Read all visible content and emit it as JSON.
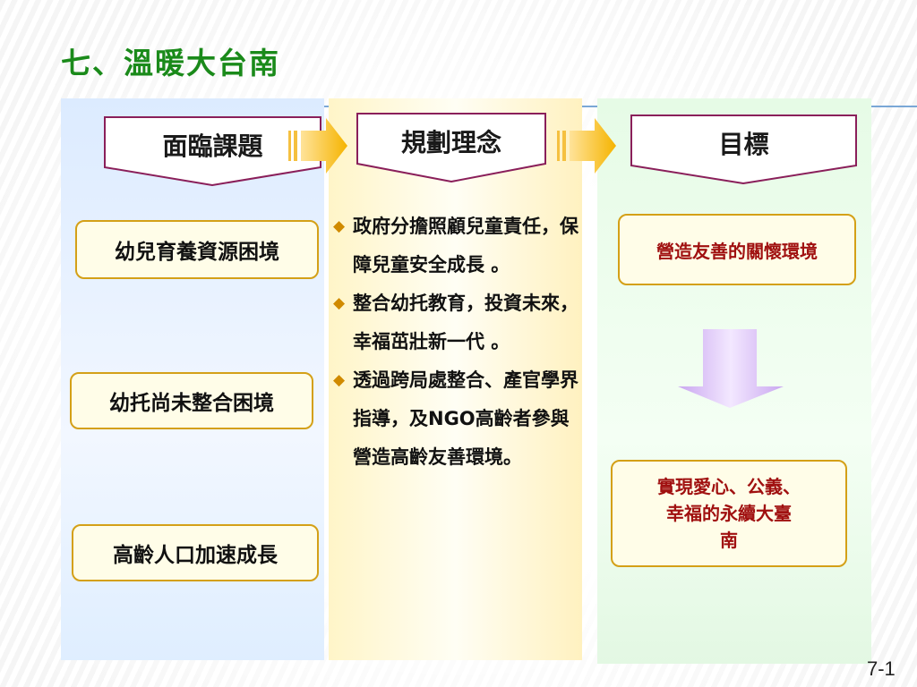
{
  "slide": {
    "title": "七、溫暖大台南",
    "page_number": "7-1"
  },
  "headers": {
    "left": "面臨課題",
    "middle": "規劃理念",
    "right": "目標"
  },
  "issues": [
    "幼兒育養資源困境",
    "幼托尚未整合困境",
    "高齡人口加速成長"
  ],
  "concepts": [
    "政府分擔照顧兒童責任，保障兒童安全成長 。",
    "整合幼托教育，投資未來，幸福茁壯新一代 。",
    "透過跨局處整合、產官學界指導，及NGO高齡者參與營造高齡友善環境。"
  ],
  "goals": {
    "first": "營造友善的關懷環境",
    "second_lines": [
      "實現愛心、公義、",
      "幸福的永續大臺",
      "南"
    ]
  },
  "colors": {
    "title": "#1a8a1a",
    "goal_text": "#a01010",
    "box_border": "#d4a017",
    "pentagon_border": "#8a1f5a"
  }
}
